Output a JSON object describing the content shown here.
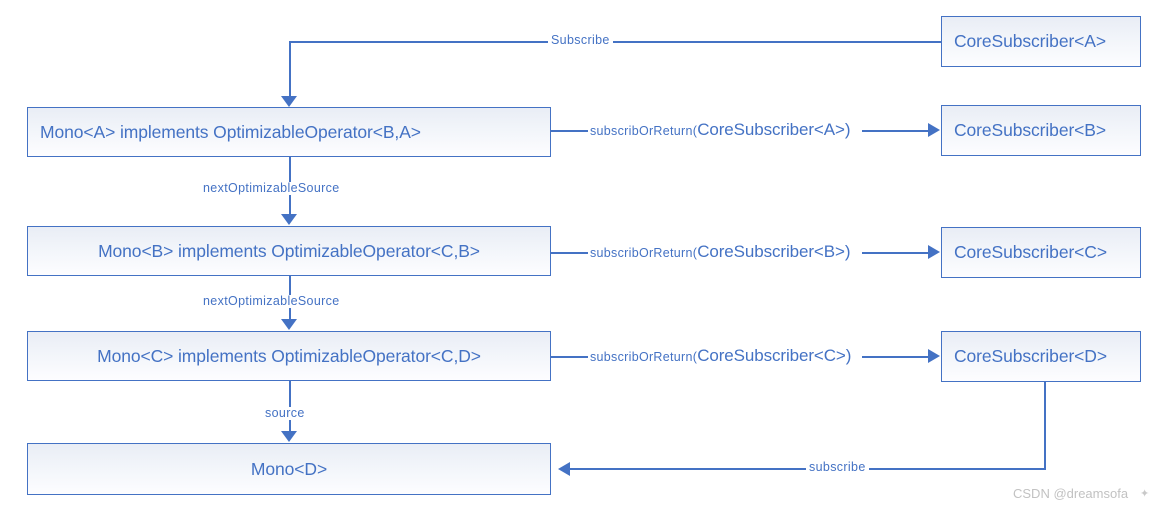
{
  "diagram": {
    "title": "Reactor Mono OptimizableOperator subscribe chain",
    "accent_color": "#4472c4",
    "box_fill_top": "#e9edf5",
    "box_fill_bottom": "#fdfdff",
    "nodes": {
      "mono_a": "Mono<A> implements OptimizableOperator<B,A>",
      "mono_b": "Mono<B> implements OptimizableOperator<C,B>",
      "mono_c": "Mono<C> implements OptimizableOperator<C,D>",
      "mono_d": "Mono<D>",
      "core_a": "CoreSubscriber<A>",
      "core_b": "CoreSubscriber<B>",
      "core_c": "CoreSubscriber<C>",
      "core_d": "CoreSubscriber<D>"
    },
    "edges": {
      "subscribe_top": "Subscribe",
      "next_source_1": "nextOptimizableSource",
      "next_source_2": "nextOptimizableSource",
      "source": "source",
      "subscribe_bottom": "subscribe",
      "sor_a_prefix": "subscribOrReturn(",
      "sor_a_arg": "CoreSubscriber<A>)",
      "sor_b_prefix": "subscribOrReturn(",
      "sor_b_arg": "CoreSubscriber<B>)",
      "sor_c_prefix": "subscribOrReturn(",
      "sor_c_arg": "CoreSubscriber<C>)"
    }
  },
  "watermark": {
    "text": "CSDN @dreamsofa",
    "mark": "✦"
  }
}
